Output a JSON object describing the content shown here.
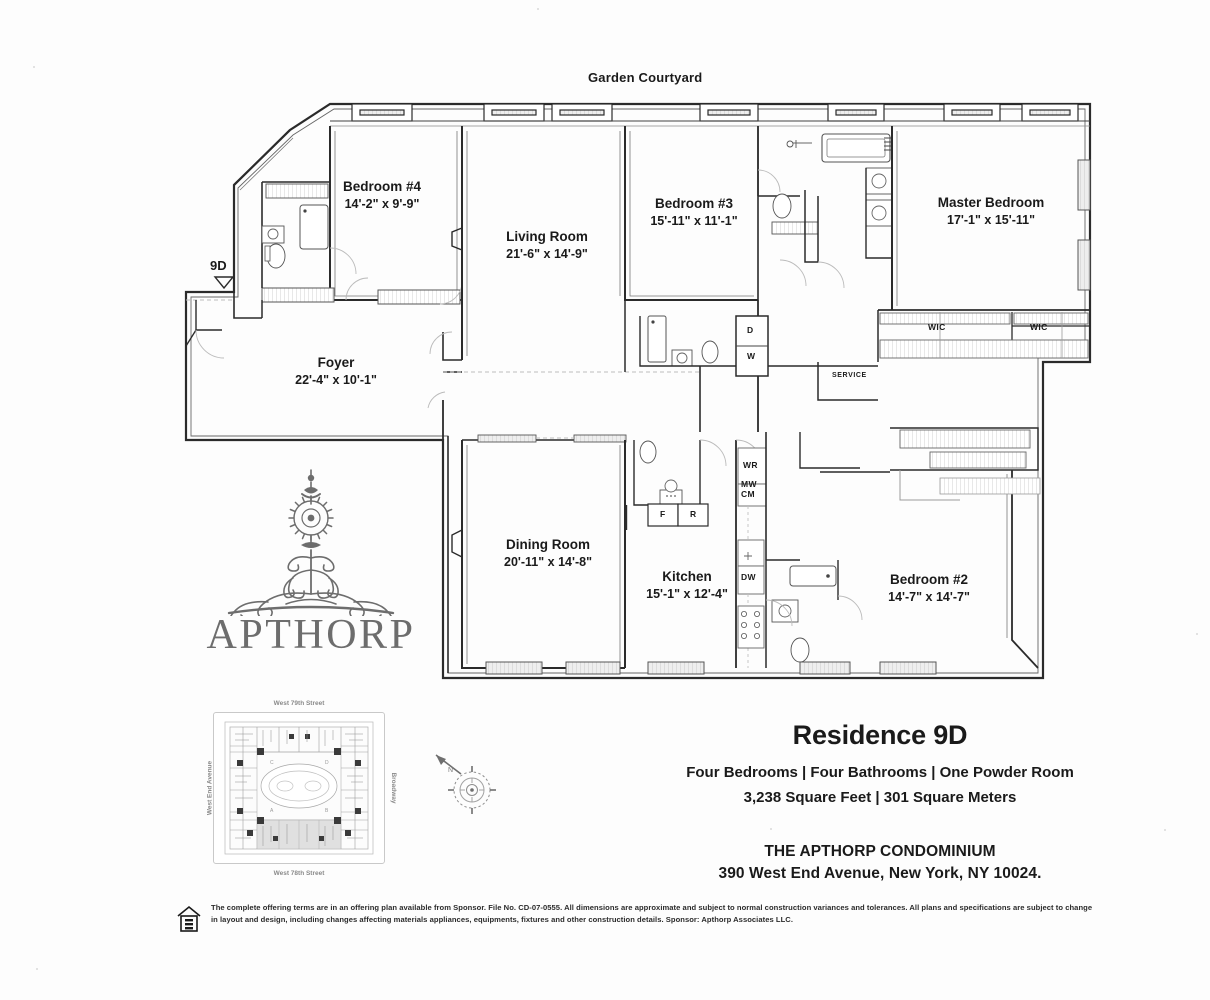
{
  "sheet": {
    "courtyard_label": "Garden Courtyard",
    "unit_tag": "9D",
    "service_label": "SERVICE"
  },
  "rooms": [
    {
      "key": "bedroom4",
      "name": "Bedroom #4",
      "dim": "14'-2\" x 9'-9\""
    },
    {
      "key": "living_room",
      "name": "Living Room",
      "dim": "21'-6\" x 14'-9\""
    },
    {
      "key": "bedroom3",
      "name": "Bedroom #3",
      "dim": "15'-11\" x 11'-1\""
    },
    {
      "key": "master_bedroom",
      "name": "Master Bedroom",
      "dim": "17'-1\" x 15'-11\""
    },
    {
      "key": "foyer",
      "name": "Foyer",
      "dim": "22'-4\" x 10'-1\""
    },
    {
      "key": "dining_room",
      "name": "Dining Room",
      "dim": "20'-11\" x 14'-8\""
    },
    {
      "key": "kitchen",
      "name": "Kitchen",
      "dim": "15'-1\" x 12'-4\""
    },
    {
      "key": "bedroom2",
      "name": "Bedroom #2",
      "dim": "14'-7\" x 14'-7\""
    }
  ],
  "closet_labels": {
    "wic_left": "WIC",
    "wic_right": "WIC"
  },
  "appliance_labels": {
    "dryer": "D",
    "washer": "W",
    "wine_refrigerator": "WR",
    "microwave": "MW",
    "coffee_maker": "CM",
    "dishwasher": "DW",
    "freezer": "F",
    "refrigerator": "R"
  },
  "logo": {
    "wordmark": "APTHORP"
  },
  "sitemap": {
    "street_top": "West 79th Street",
    "street_bottom": "West 78th Street",
    "street_left": "West End Avenue",
    "street_right": "Broadway"
  },
  "listing": {
    "title": "Residence 9D",
    "specs_line1": "Four Bedrooms | Four Bathrooms | One Powder Room",
    "specs_line2": "3,238 Square Feet | 301 Square Meters",
    "building_name": "THE APTHORP CONDOMINIUM",
    "building_address": "390 West End Avenue, New York, NY 10024."
  },
  "footer": {
    "disclaimer": "The complete offering terms are in an offering plan available from Sponsor. File No. CD-07-0555. All dimensions are approximate and subject to normal construction variances and tolerances. All plans and specifications are subject to change in layout and design, including changes affecting materials appliances, equipments, fixtures and other construction details. Sponsor: Apthorp Associates LLC."
  },
  "colors": {
    "ink": "#1a1a1a",
    "wall": "#2b2b2b",
    "hatch": "#9a9a9a",
    "logo_gray": "#6d6d6d",
    "paper": "#ffffff"
  }
}
